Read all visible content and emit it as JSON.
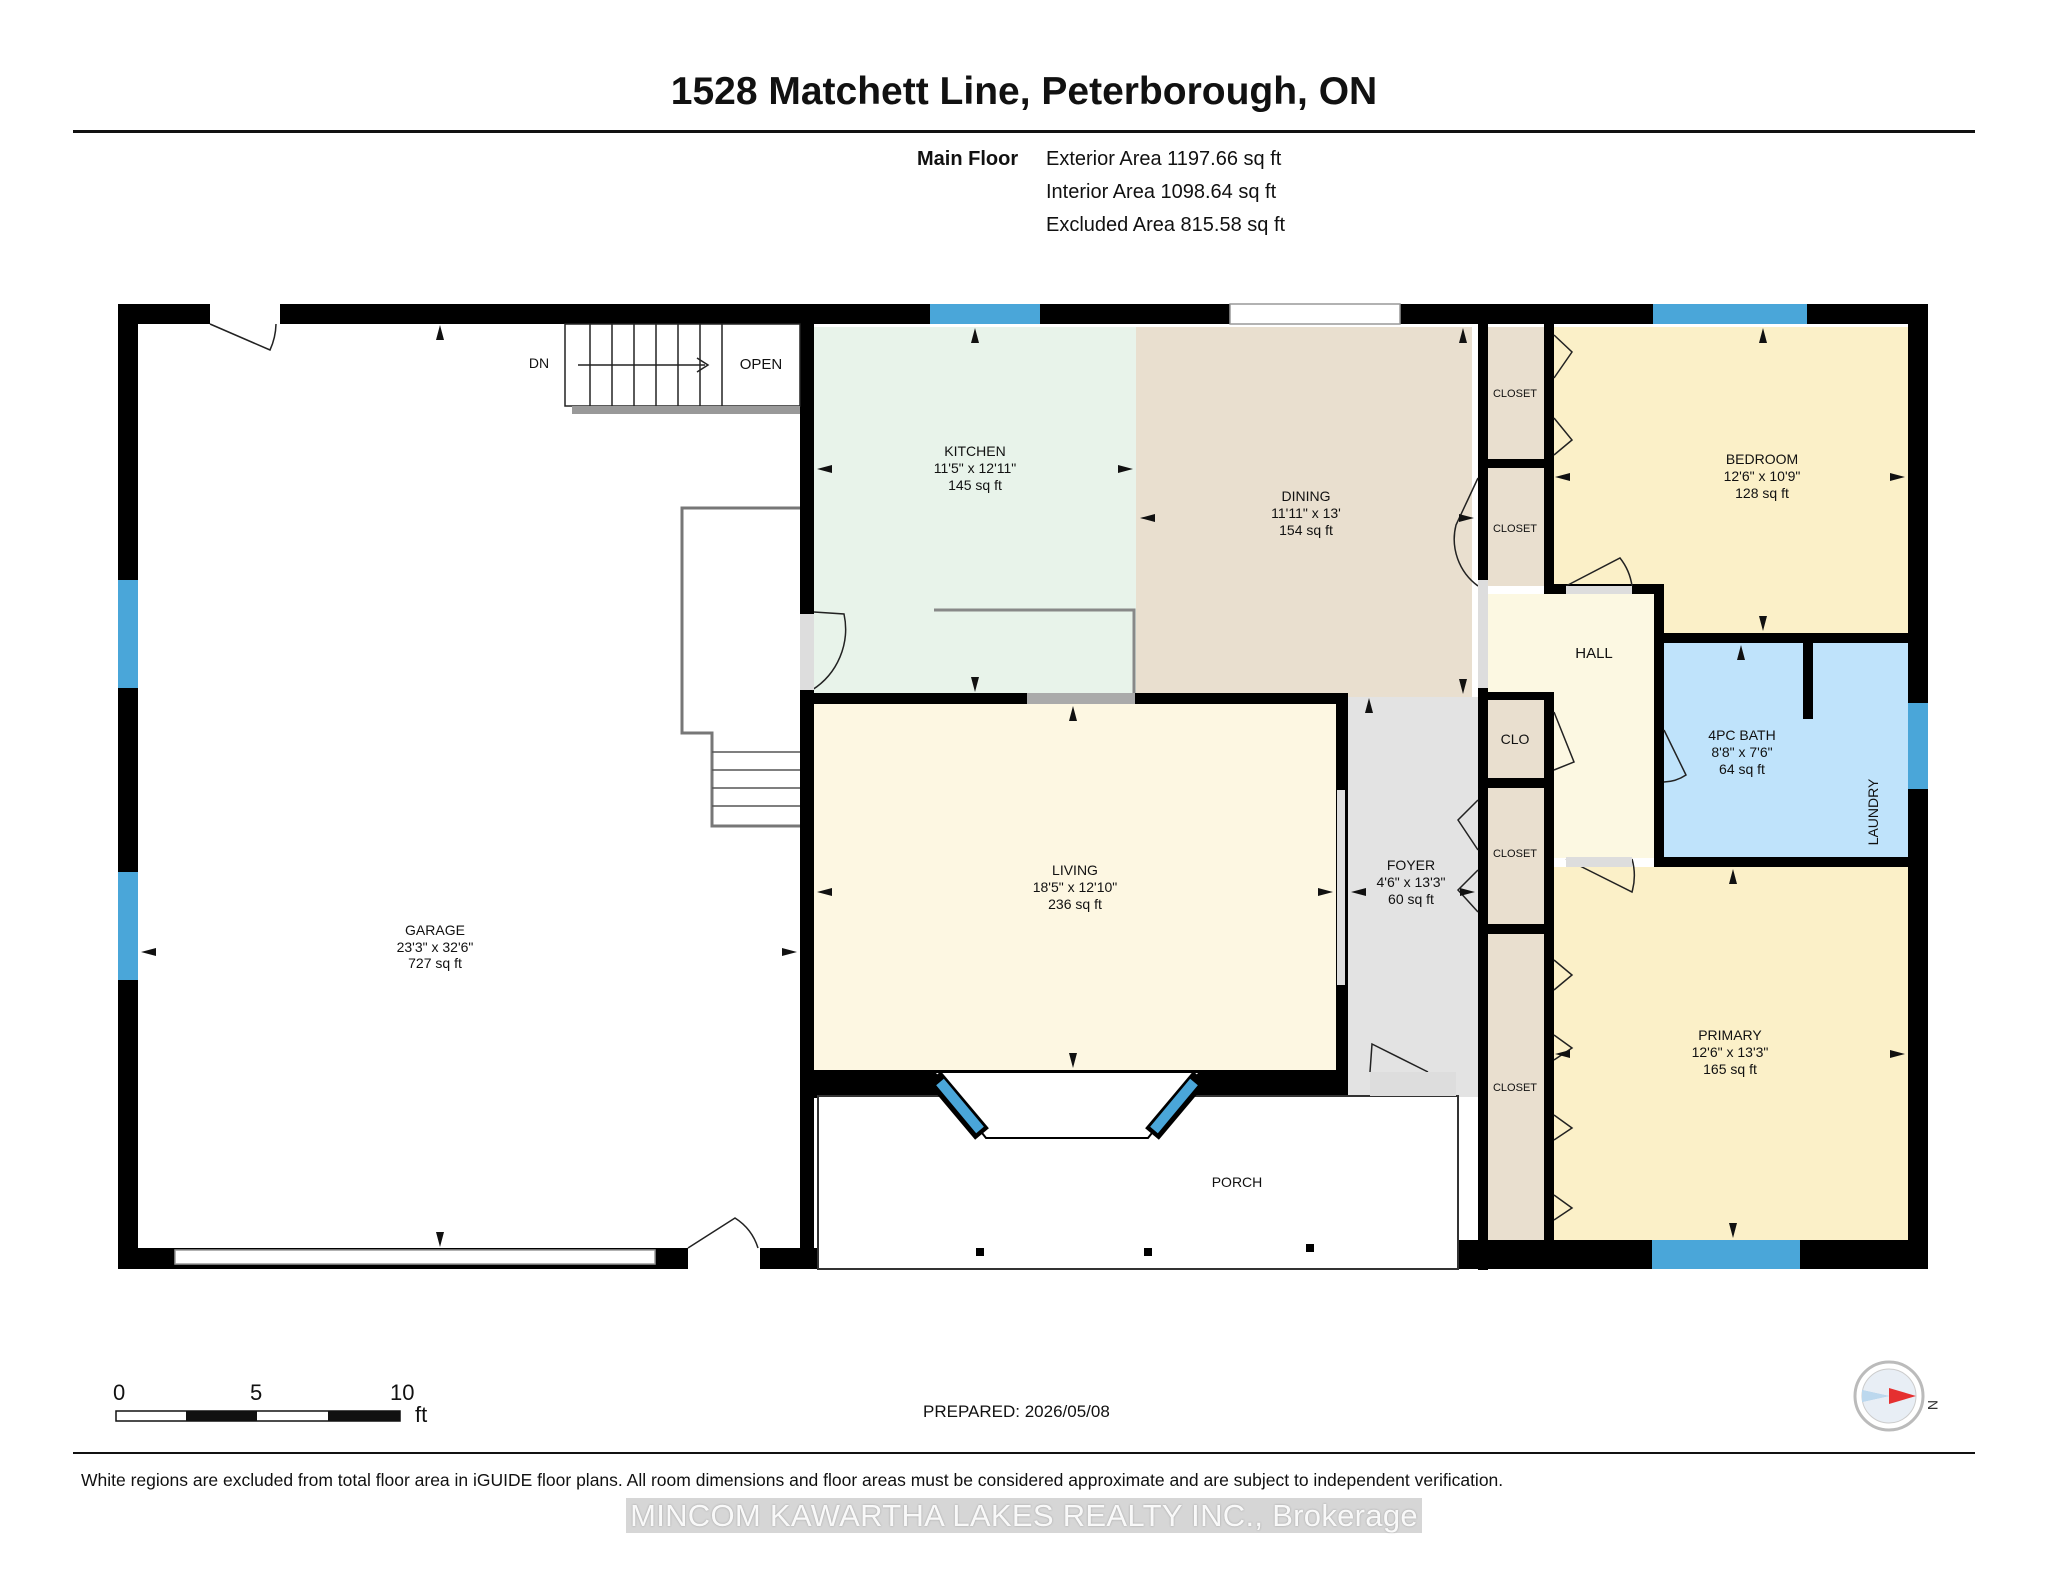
{
  "title": "1528 Matchett Line, Peterborough, ON",
  "floor": {
    "label": "Main Floor",
    "exterior": "Exterior Area 1197.66 sq ft",
    "interior": "Interior Area 1098.64 sq ft",
    "excluded": "Excluded Area 815.58 sq ft"
  },
  "stairs": {
    "down": "DN",
    "open": "OPEN"
  },
  "rooms": {
    "garage": {
      "name": "GARAGE",
      "dims": "23'3\" x 32'6\"",
      "area": "727 sq ft"
    },
    "kitchen": {
      "name": "KITCHEN",
      "dims": "11'5\" x 12'11\"",
      "area": "145 sq ft"
    },
    "dining": {
      "name": "DINING",
      "dims": "11'11\" x 13'",
      "area": "154 sq ft"
    },
    "living": {
      "name": "LIVING",
      "dims": "18'5\" x 12'10\"",
      "area": "236 sq ft"
    },
    "foyer": {
      "name": "FOYER",
      "dims": "4'6\" x 13'3\"",
      "area": "60 sq ft"
    },
    "bedroom": {
      "name": "BEDROOM",
      "dims": "12'6\" x 10'9\"",
      "area": "128 sq ft"
    },
    "hall": {
      "name": "HALL"
    },
    "bath": {
      "name": "4PC BATH",
      "dims": "8'8\" x 7'6\"",
      "area": "64 sq ft"
    },
    "primary": {
      "name": "PRIMARY",
      "dims": "12'6\" x 13'3\"",
      "area": "165 sq ft"
    },
    "porch": {
      "name": "PORCH"
    },
    "laundry": {
      "name": "LAUNDRY"
    },
    "closet": {
      "name": "CLOSET"
    },
    "clo": {
      "name": "CLO"
    }
  },
  "colors": {
    "kitchen": "#e8f3ea",
    "dining": "#e9dfcf",
    "living": "#fdf7e2",
    "foyer": "#e3e3e3",
    "bedroom": "#fbf0c8",
    "hall": "#fcf8e2",
    "bath": "#bfe3fb",
    "primary": "#fbf0c8",
    "closet": "#e9dfcf",
    "wall": "#000000",
    "window": "#4aa6d9"
  },
  "scale": {
    "marks": [
      "0",
      "5",
      "10"
    ],
    "unit": "ft"
  },
  "prepared": "PREPARED: 2026/05/08",
  "compass": {
    "label": "N"
  },
  "disclaimer": "White regions are excluded from total floor area in iGUIDE floor plans. All room dimensions and floor areas must be considered approximate and are subject to independent verification.",
  "watermark": "MINCOM KAWARTHA LAKES REALTY INC., Brokerage"
}
